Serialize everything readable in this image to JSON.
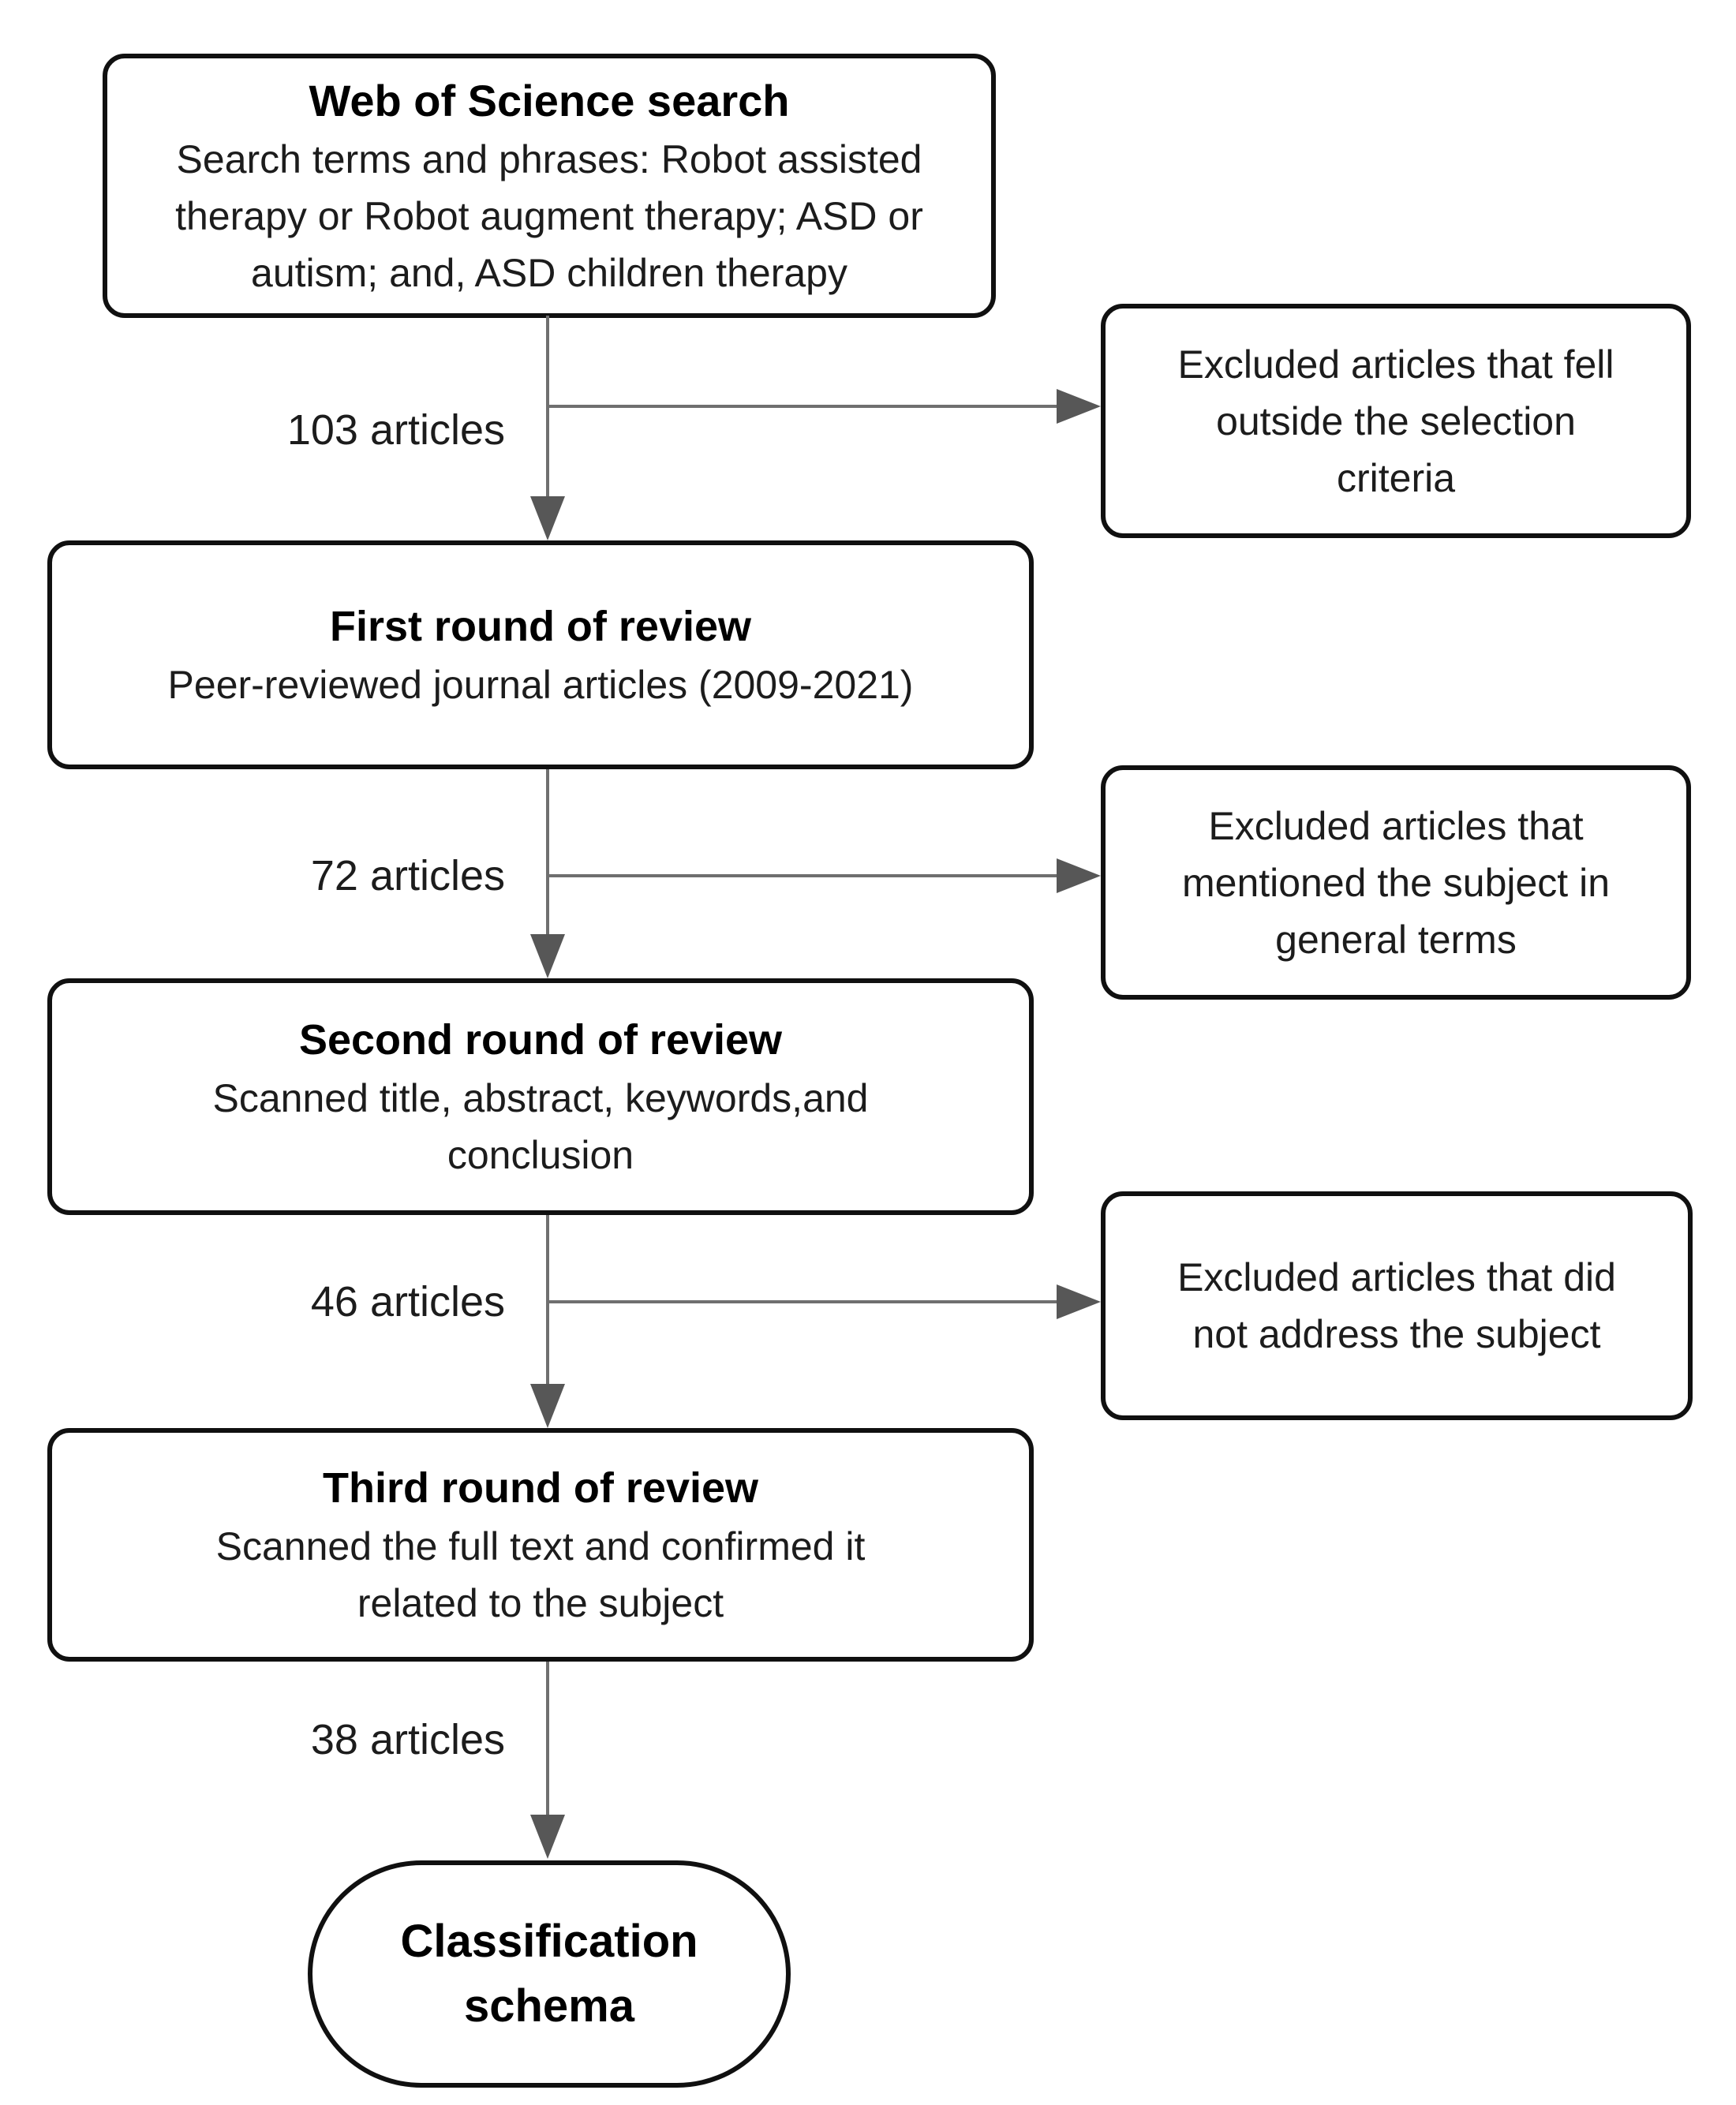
{
  "figure": {
    "type": "flowchart",
    "background": "#ffffff",
    "colors": {
      "box_border": "#101010",
      "text": "#1c1c1c",
      "title_text": "#000000",
      "connector_line": "#6f6f6f",
      "arrowhead": "#575757"
    }
  },
  "nodes": {
    "search": {
      "title": "Web of Science search",
      "lines": [
        "Search terms and phrases: Robot assisted",
        "therapy or Robot augment therapy; ASD or",
        "autism; and, ASD children therapy"
      ]
    },
    "round1": {
      "title": "First round of review",
      "lines": [
        "Peer-reviewed journal articles (2009-2021)"
      ]
    },
    "round2": {
      "title": "Second round of review",
      "lines": [
        "Scanned title, abstract, keywords,and",
        "conclusion"
      ]
    },
    "round3": {
      "title": "Third round of review",
      "lines": [
        "Scanned the full text and confirmed it",
        "related to the subject"
      ]
    },
    "terminal": {
      "lines": [
        "Classification",
        "schema"
      ]
    }
  },
  "excluded": [
    {
      "lines": [
        "Excluded articles that fell",
        "outside the selection",
        "criteria"
      ]
    },
    {
      "lines": [
        "Excluded articles that",
        "mentioned the subject in",
        "general terms"
      ]
    },
    {
      "lines": [
        "Excluded articles that did",
        "not address the subject"
      ]
    }
  ],
  "counts": [
    {
      "label": "103 articles"
    },
    {
      "label": "72 articles"
    },
    {
      "label": "46 articles"
    },
    {
      "label": "38 articles"
    }
  ]
}
